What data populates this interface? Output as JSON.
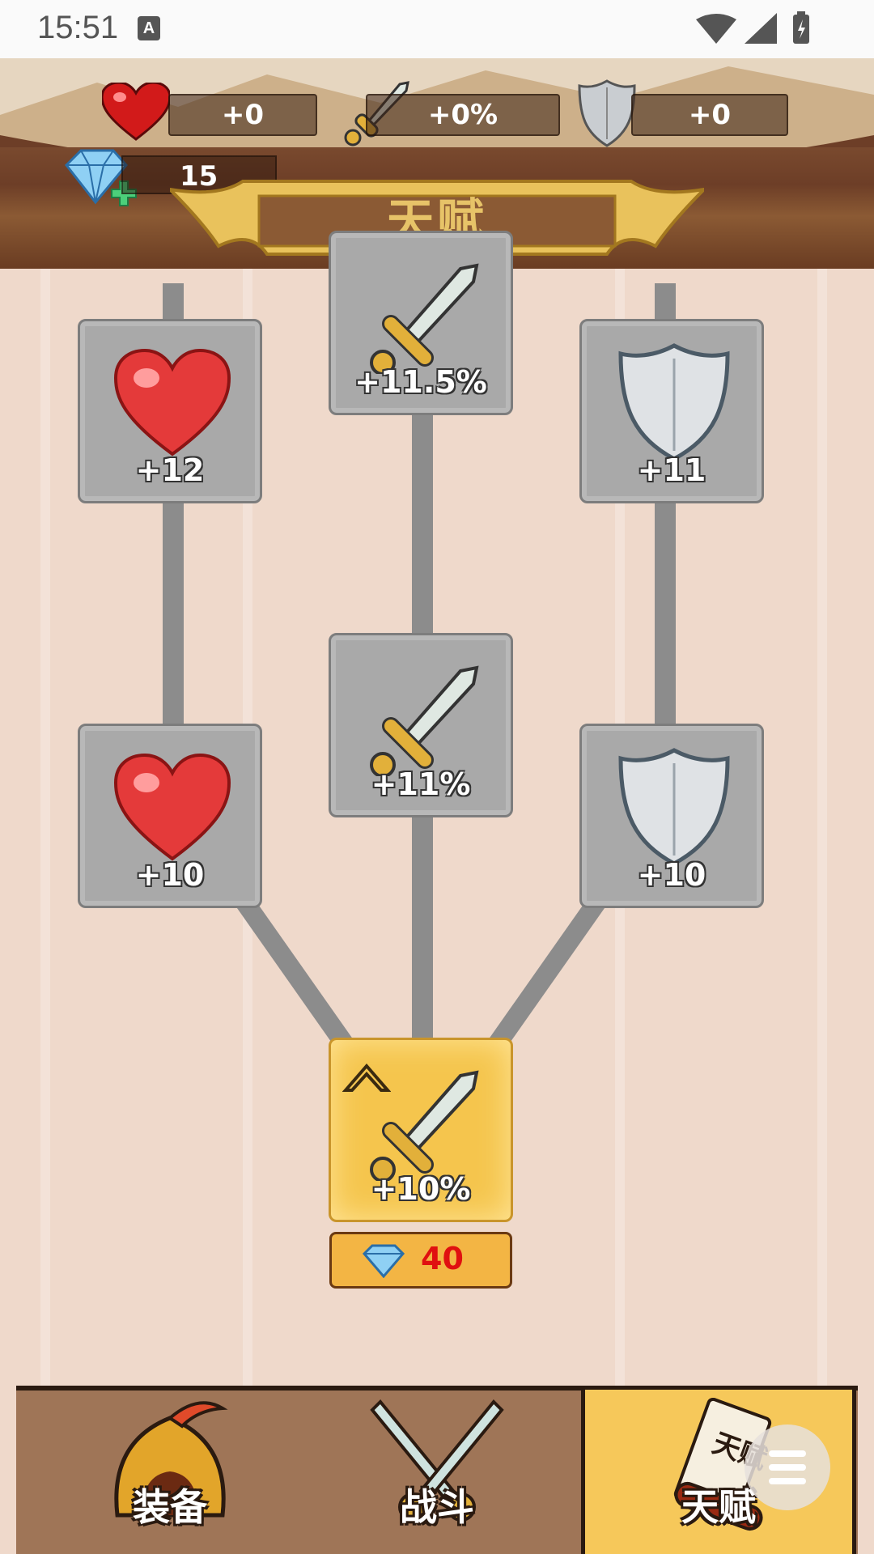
{
  "status_bar": {
    "time": "15:51",
    "notification_icon": "A"
  },
  "header": {
    "stats": {
      "health": "+0",
      "attack": "+0%",
      "defense": "+0"
    },
    "gems": "15",
    "title": "天赋"
  },
  "talents": {
    "health_top": "+12",
    "attack_top": "+11.5%",
    "defense_top": "+11",
    "health_mid": "+10",
    "attack_mid": "+11%",
    "defense_mid": "+10",
    "attack_base": "+10%",
    "upgrade_cost": "40"
  },
  "nav": {
    "tabs": [
      {
        "label": "装备",
        "icon": "helmet-icon"
      },
      {
        "label": "战斗",
        "icon": "crossed-swords-icon"
      },
      {
        "label": "天赋",
        "icon": "scroll-icon",
        "scroll_text": "天赋"
      }
    ],
    "active_index": 2
  },
  "colors": {
    "active_tab": "#f6c85a",
    "node_locked": "#a9a9a9",
    "node_active": "#f5c54d",
    "cost_text": "#e01010"
  }
}
